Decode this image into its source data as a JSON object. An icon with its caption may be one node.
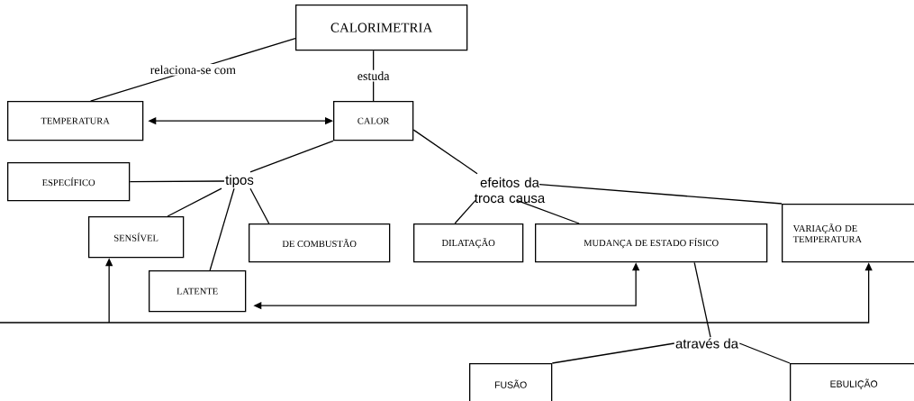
{
  "diagram": {
    "nodes": [
      {
        "text": [
          "CALORIMETRIA"
        ]
      },
      {
        "text": [
          "TEMPERATURA"
        ]
      },
      {
        "text": [
          "CALOR"
        ]
      },
      {
        "text": [
          "ESPECÍFICO"
        ]
      },
      {
        "text": [
          "tipos"
        ]
      },
      {
        "text": [
          "efeitos da troca causa"
        ]
      },
      {
        "text": [
          "SENSÍVEL"
        ]
      },
      {
        "text": [
          "LATENTE"
        ]
      },
      {
        "text": [
          "DE COMBUSTÃO"
        ]
      },
      {
        "text": [
          "DILATAÇÃO"
        ]
      },
      {
        "text": [
          "MUDANÇA DE ESTADO FÍSICO"
        ]
      },
      {
        "text": [
          "VARIAÇÃO DE TEMPERATURA"
        ]
      },
      {
        "text": [
          "através da"
        ]
      },
      {
        "text": [
          "FUSÃO"
        ]
      },
      {
        "text": [
          "EBULIÇÃO"
        ]
      }
    ],
    "edges": [
      {
        "from": 0,
        "to": 1,
        "arrow": "none",
        "label": "relaciona-se com"
      },
      {
        "from": 0,
        "to": 2,
        "arrow": "none",
        "label": "estuda"
      },
      {
        "from": 1,
        "to": 2,
        "arrow": "both"
      },
      {
        "from": 2,
        "to": 4,
        "arrow": "none"
      },
      {
        "from": 4,
        "to": 3,
        "arrow": "none"
      },
      {
        "from": 4,
        "to": 6,
        "arrow": "none"
      },
      {
        "from": 4,
        "to": 7,
        "arrow": "none"
      },
      {
        "from": 4,
        "to": 8,
        "arrow": "none"
      },
      {
        "from": 2,
        "to": 5,
        "arrow": "none"
      },
      {
        "from": 5,
        "to": 9,
        "arrow": "none"
      },
      {
        "from": 5,
        "to": 10,
        "arrow": "none"
      },
      {
        "from": 5,
        "to": 11,
        "arrow": "none"
      },
      {
        "from": 6,
        "to": 11,
        "arrow": "both"
      },
      {
        "from": 7,
        "to": 10,
        "arrow": "both"
      },
      {
        "from": 10,
        "to": 12,
        "arrow": "none"
      },
      {
        "from": 12,
        "to": 13,
        "arrow": "none"
      },
      {
        "from": 12,
        "to": 14,
        "arrow": "none"
      }
    ]
  }
}
